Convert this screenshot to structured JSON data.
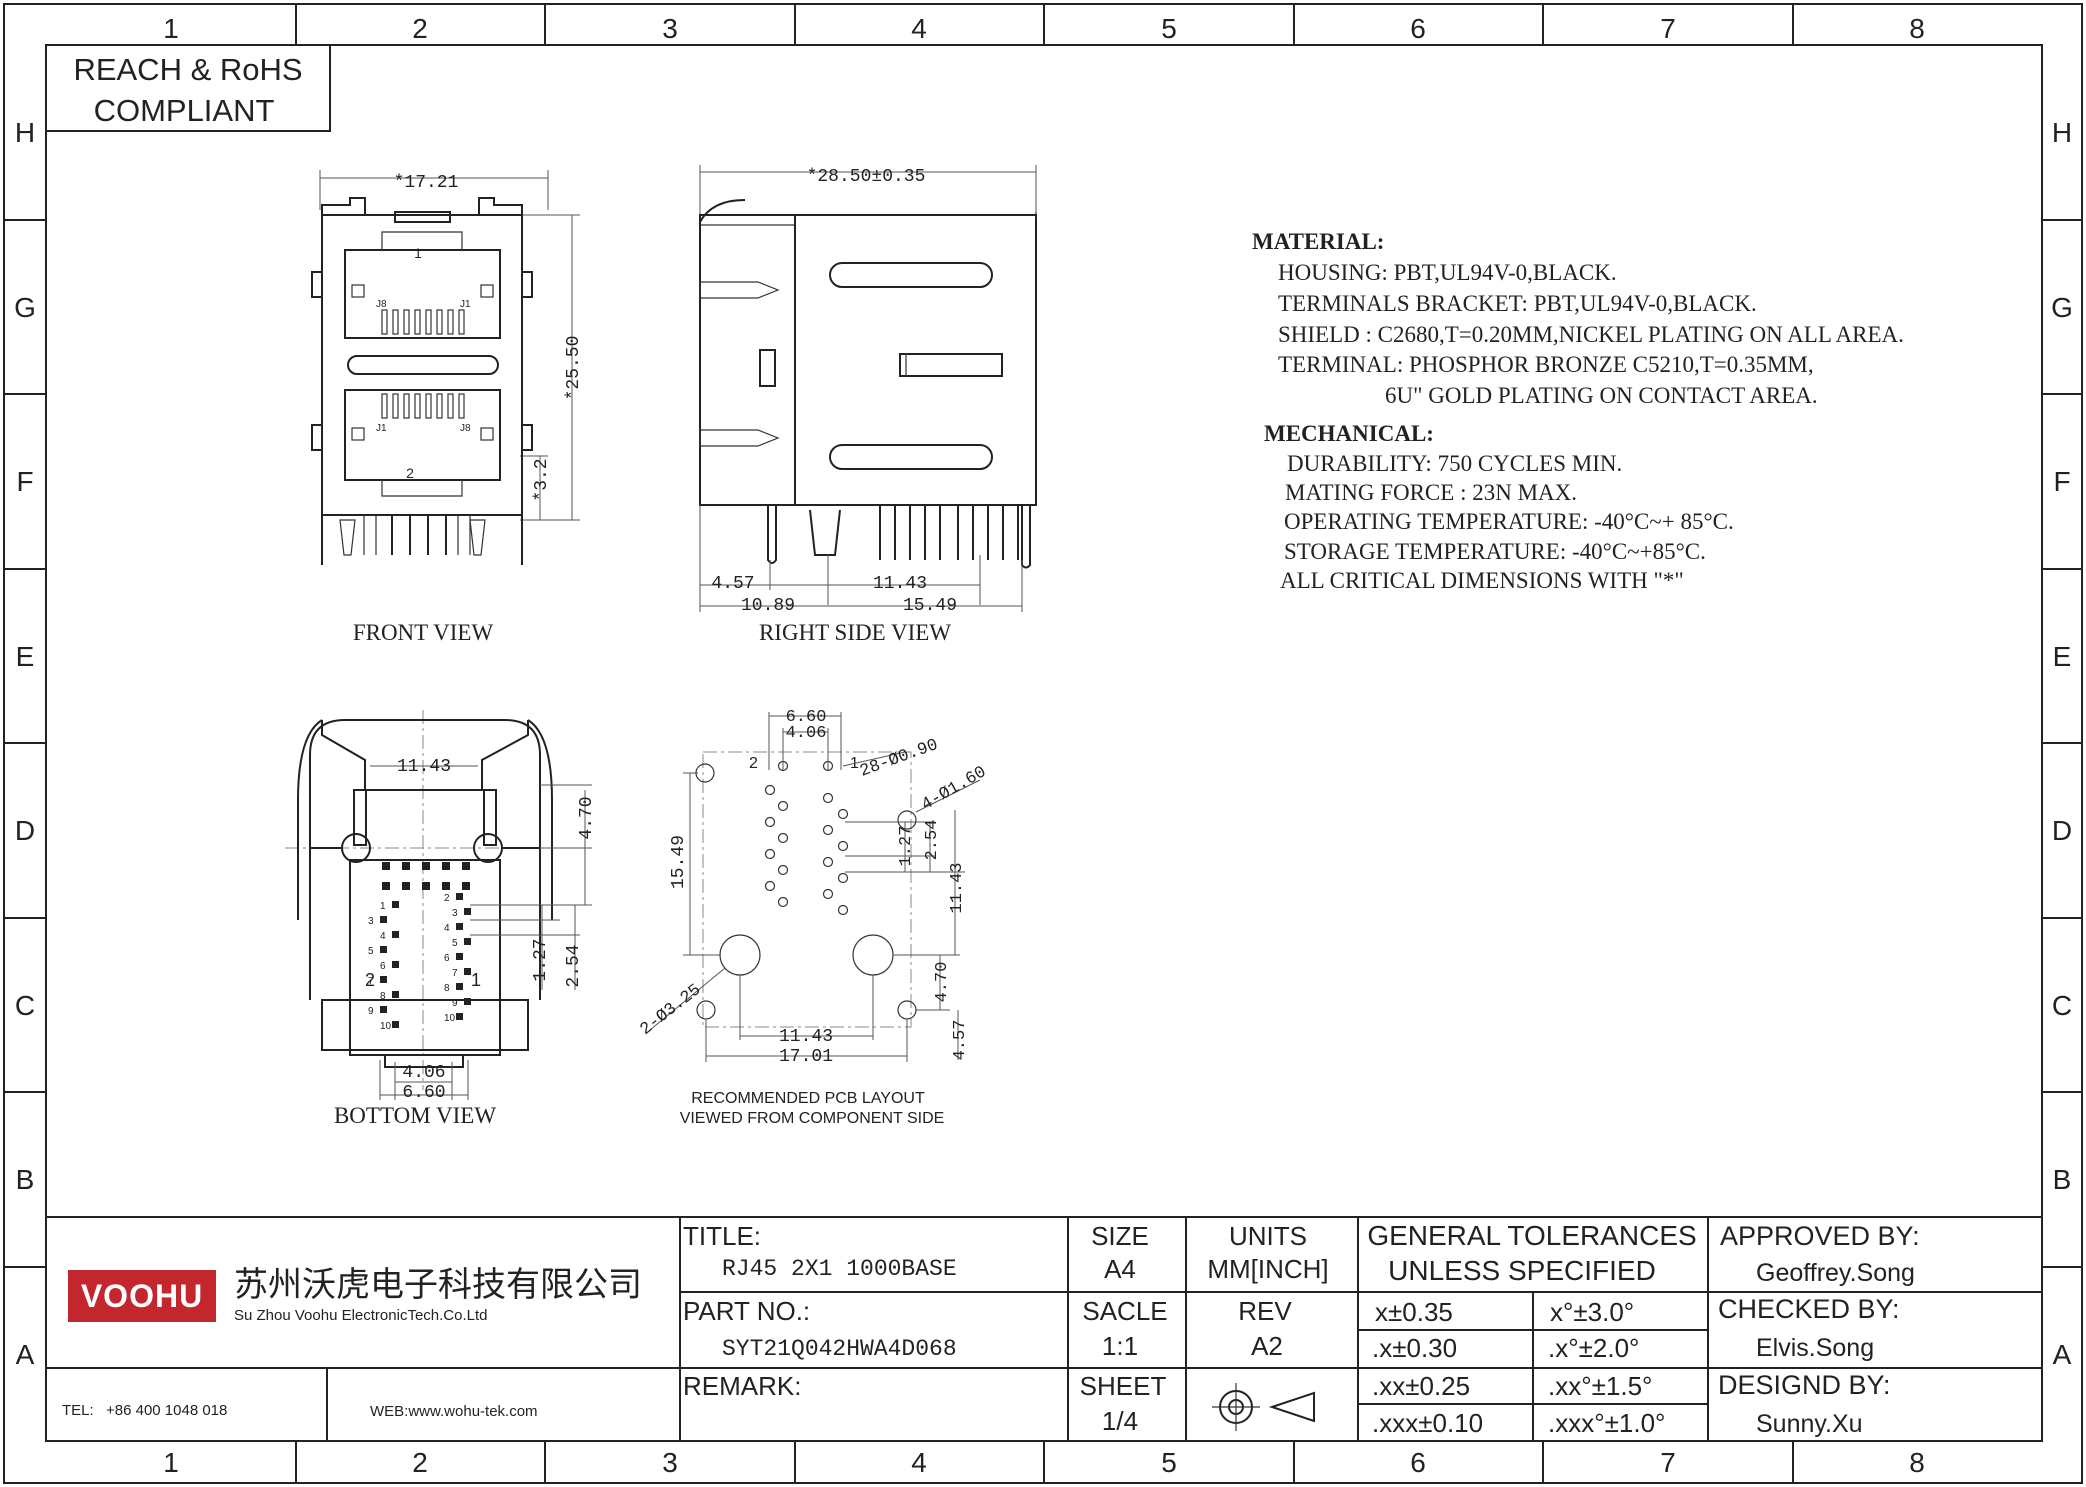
{
  "zones": {
    "columns": [
      "1",
      "2",
      "3",
      "4",
      "5",
      "6",
      "7",
      "8"
    ],
    "rows": [
      "H",
      "G",
      "F",
      "E",
      "D",
      "C",
      "B",
      "A"
    ]
  },
  "compliance": {
    "line1": "REACH & RoHS",
    "line2": "COMPLIANT"
  },
  "views": {
    "front": {
      "label": "FRONT VIEW",
      "dims": {
        "width": "*17.21",
        "height": "*25.50",
        "offset": "*3.2"
      },
      "port_top": "1",
      "port_bottom": "2",
      "pin_j8": "J8",
      "pin_j1": "J1"
    },
    "right": {
      "label": "RIGHT SIDE VIEW",
      "dims": {
        "length": "*28.50±0.35",
        "d1": "4.57",
        "d2": "11.43",
        "d3": "10.89",
        "d4": "15.49"
      }
    },
    "bottom": {
      "label": "BOTTOM VIEW",
      "dims": {
        "top": "11.43",
        "h1": "4.70",
        "p1": "1.27",
        "p2": "2.54",
        "w1": "4.06",
        "w2": "6.60"
      },
      "port_left": "2",
      "port_right": "1",
      "pins_left": [
        "1",
        "3",
        "4",
        "5",
        "6",
        "7",
        "8",
        "9",
        "10"
      ],
      "pins_right": [
        "2",
        "3",
        "4",
        "5",
        "6",
        "7",
        "8",
        "9",
        "10"
      ]
    },
    "pcb": {
      "label1": "RECOMMENDED PCB LAYOUT",
      "label2": "VIEWED FROM COMPONENT SIDE",
      "dims": {
        "w1": "6.60",
        "w2": "4.06",
        "hole1": "28-Ø0.90",
        "hole2": "4-Ø1.60",
        "hole3": "2-Ø3.25",
        "h1": "15.49",
        "p1": "1.27",
        "p2": "2.54",
        "h2": "11.43",
        "h3": "4.70",
        "h4": "4.57",
        "w3": "11.43",
        "w4": "17.01"
      },
      "port_left": "2",
      "port_right": "1"
    }
  },
  "material": {
    "heading": "MATERIAL:",
    "lines": [
      "HOUSING:  PBT,UL94V-0,BLACK.",
      "TERMINALS BRACKET:   PBT,UL94V-0,BLACK.",
      "SHIELD : C2680,T=0.20MM,NICKEL   PLATING  ON ALL AREA.",
      "TERMINAL:  PHOSPHOR BRONZE   C5210,T=0.35MM,",
      "6U\" GOLD  PLATING  ON CONTACT   AREA."
    ]
  },
  "mechanical": {
    "heading": "MECHANICAL:",
    "lines": [
      "DURABILITY:  750 CYCLES MIN.",
      "MATING FORCE  : 23N MAX.",
      "OPERATING TEMPERATURE:     -40°C~+ 85°C.",
      "STORAGE TEMPERATURE:    -40°C~+85°C.",
      "ALL  CRITICAL  DIMENSIONS   WITH  \"*\""
    ]
  },
  "title_block": {
    "logo": "VOOHU",
    "company_cn": "苏州沃虎电子科技有限公司",
    "company_en": "Su Zhou  Voohu  ElectronicTech.Co.Ltd",
    "tel_label": "TEL:",
    "tel": "+86 400 1048 018",
    "web": "WEB:www.wohu-tek.com",
    "title_label": "TITLE:",
    "title": "RJ45  2X1  1000BASE",
    "partno_label": "PART NO.:",
    "partno": "SYT21Q042HWA4D068",
    "remark_label": "REMARK:",
    "size_label": "SIZE",
    "size": "A4",
    "units_label": "UNITS",
    "units": "MM[INCH]",
    "scale_label": "SACLE",
    "scale": "1:1",
    "rev_label": "REV",
    "rev": "A2",
    "sheet_label": "SHEET",
    "sheet": "1/4",
    "tol_head1": "GENERAL TOLERANCES",
    "tol_head2": "UNLESS SPECIFIED",
    "tolerances": [
      [
        "x±0.35",
        "x°±3.0°"
      ],
      [
        ".x±0.30",
        ".x°±2.0°"
      ],
      [
        ".xx±0.25",
        ".xx°±1.5°"
      ],
      [
        ".xxx±0.10",
        ".xxx°±1.0°"
      ]
    ],
    "approved_label": "APPROVED BY:",
    "approved": "Geoffrey.Song",
    "checked_label": "CHECKED BY:",
    "checked": "Elvis.Song",
    "designed_label": "DESIGND BY:",
    "designed": "Sunny.Xu"
  }
}
